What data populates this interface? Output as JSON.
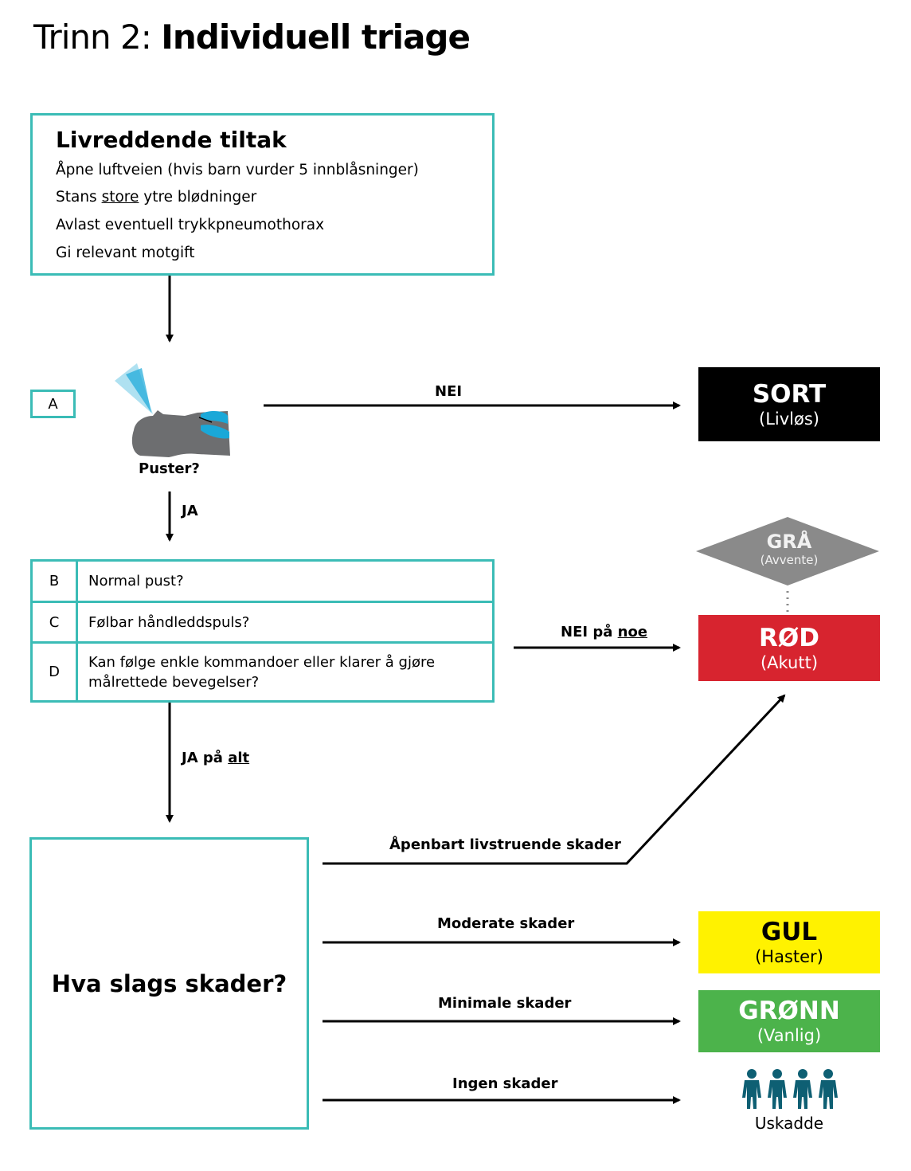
{
  "title": {
    "prefix": "Trinn 2:",
    "main": "Individuell triage"
  },
  "step_box": {
    "heading": "Livreddende tiltak",
    "line1": "Åpne luftveien (hvis barn vurder 5 innblåsninger)",
    "line2_before": "Stans ",
    "line2_underlined": "store",
    "line2_after": " ytre blødninger",
    "line3": "Avlast eventuell trykkpneumothorax",
    "line4": "Gi relevant motgift"
  },
  "airway": {
    "letter": "A",
    "question": "Puster?"
  },
  "labels": {
    "nei": "NEI",
    "ja": "JA",
    "nei_pa": "NEI på ",
    "noe": "noe",
    "ja_pa": "JA på ",
    "alt": "alt"
  },
  "checks": [
    {
      "letter": "B",
      "question": "Normal pust?"
    },
    {
      "letter": "C",
      "question": "Følbar håndleddspuls?"
    },
    {
      "letter": "D",
      "question": "Kan følge enkle kommandoer eller klarer å gjøre målrettede bevegelser?"
    }
  ],
  "injury": {
    "question": "Hva slags skader?",
    "life_threatening": "Åpenbart livstruende skader",
    "moderate": "Moderate skader",
    "minimal": "Minimale skader",
    "none": "Ingen skader"
  },
  "categories": {
    "sort": {
      "name": "SORT",
      "desc": "(Livløs)",
      "color": "#000000"
    },
    "gra": {
      "name": "GRÅ",
      "desc": "(Avvente)",
      "color": "#8a8a8a"
    },
    "rod": {
      "name": "RØD",
      "desc": "(Akutt)",
      "color": "#d7242f"
    },
    "gul": {
      "name": "GUL",
      "desc": "(Haster)",
      "color": "#fff200"
    },
    "gronn": {
      "name": "GRØNN",
      "desc": "(Vanlig)",
      "color": "#4cb34b"
    },
    "uskadde": {
      "label": "Uskadde",
      "color": "#0e5f73"
    }
  },
  "colors": {
    "box_border": "#3bbcb6",
    "airway_accent": "#1aa8d8"
  }
}
